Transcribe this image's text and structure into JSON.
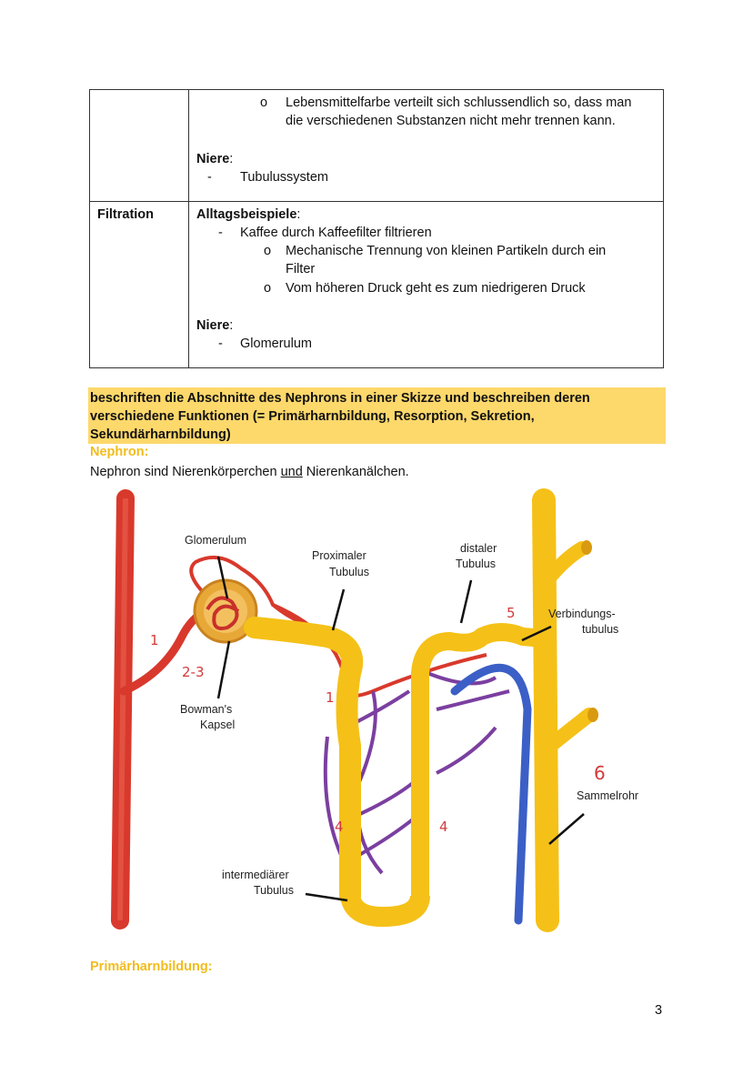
{
  "table": {
    "row1": {
      "label": "",
      "bullet_text1": "Lebensmittelfarbe verteilt sich schlussendlich so, dass man",
      "bullet_text2": "die verschiedenen Substanzen nicht mehr trennen kann.",
      "niere_label": "Niere",
      "niere_item": "Tubulussystem"
    },
    "row2": {
      "label": "Filtration",
      "heading": "Alltagsbeispiele",
      "item1": "Kaffee durch Kaffeefilter filtrieren",
      "sub1a": "Mechanische Trennung von kleinen Partikeln durch ein",
      "sub1b": "Filter",
      "sub2": "Vom höheren Druck geht es zum niedrigeren Druck",
      "niere_label": "Niere",
      "niere_item": "Glomerulum"
    },
    "colon": ":",
    "dash": "-",
    "circle": "o"
  },
  "objective": {
    "line1": "beschriften die Abschnitte des Nephrons in einer Skizze und beschreiben deren",
    "line2": "verschiedene Funktionen (= Primärharnbildung, Resorption, Sekretion,",
    "line3": "Sekundärharnbildung)"
  },
  "nephron": {
    "heading": "Nephron:",
    "text_before": "Nephron sind Nierenkörperchen ",
    "text_underlined": "und",
    "text_after": " Nierenkanälchen."
  },
  "figure": {
    "labels": {
      "glomerulum": "Glomerulum",
      "proximal1": "Proximaler",
      "proximal2": "Tubulus",
      "distal1": "distaler",
      "distal2": "Tubulus",
      "verbindung1": "Verbindungs-",
      "verbindung2": "tubulus",
      "bowman1": "Bowman's",
      "bowman2": "Kapsel",
      "sammelrohr": "Sammelrohr",
      "intermediar1": "intermediärer",
      "intermediar2": "Tubulus"
    },
    "handwritten": {
      "n1": "1",
      "n23": "2-3",
      "n1b": "1",
      "n4a": "4",
      "n4b": "4",
      "n5": "5",
      "n6": "6"
    }
  },
  "section2": {
    "heading": "Primärharnbildung:"
  },
  "page_number": "3",
  "colors": {
    "highlight": "#fdd86b",
    "heading_yellow": "#f2bc1d",
    "handwriting": "#d23a3a"
  }
}
